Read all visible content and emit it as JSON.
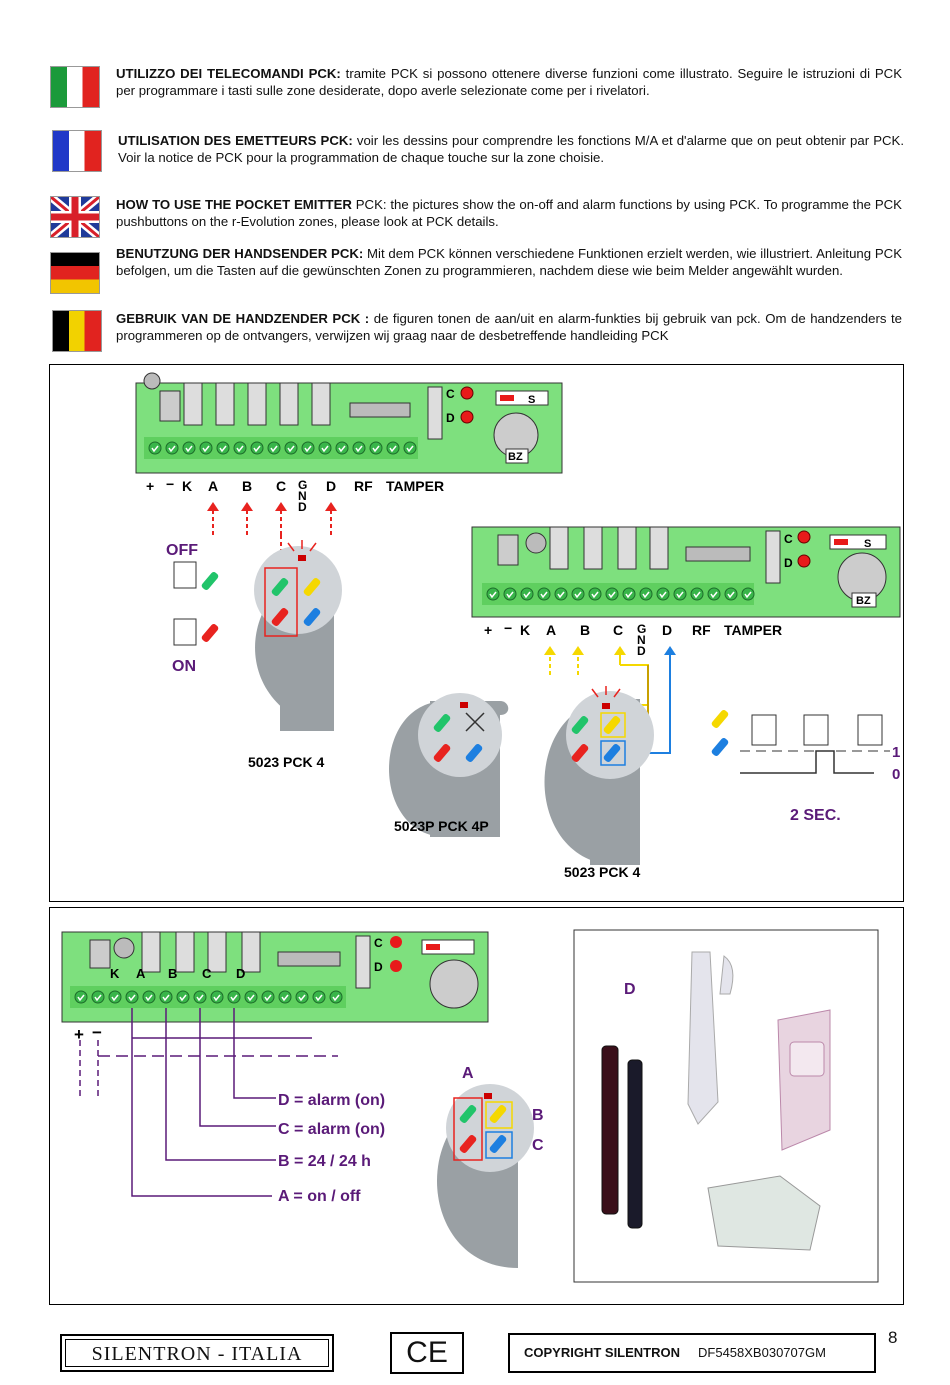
{
  "sections": {
    "it": {
      "heading": "UTILIZZO DEI TELECOMANDI PCK:",
      "text": " tramite PCK si possono ottenere diverse funzioni come illustrato. Seguire le istruzioni di PCK per programmare i tasti sulle zone desiderate, dopo averle selezionate come per i rivelatori."
    },
    "fr": {
      "heading": "UTILISATION DES EMETTEURS PCK:",
      "text": " voir les dessins pour comprendre les fonctions M/A et d'alarme que on peut obtenir par PCK.  Voir la notice de PCK pour la programmation de chaque touche sur la zone choisie."
    },
    "en": {
      "heading": "HOW TO USE  THE POCKET EMITTER",
      "text": " PCK: the pictures show the on-off and alarm functions by using PCK.  To programme the PCK pushbuttons on the r-Evolution zones, please look at PCK details."
    },
    "de": {
      "heading": "BENUTZUNG DER HANDSENDER PCK:",
      "text": " Mit dem PCK können verschiedene Funktionen erzielt werden, wie illustriert. Anleitung PCK befolgen, um die Tasten auf die gewünschten Zonen zu programmieren, nachdem diese wie beim Melder angewählt wurden."
    },
    "nl": {
      "heading": "GEBRUIK VAN DE HANDZENDER PCK :",
      "text": " de figuren tonen de aan/uit en alarm-funkties bij gebruik  van pck. Om de handzenders te programmeren op de ontvangers, verwijzen wij graag naar de desbetreffende handleiding PCK"
    }
  },
  "diagram1": {
    "terminals": [
      "+",
      "−",
      "K",
      "A",
      "B",
      "C",
      "G",
      "N",
      "D",
      "D",
      "RF",
      "TAMPER"
    ],
    "board_leds": [
      "C",
      "D"
    ],
    "board_switch": "S",
    "buzzer": "BZ",
    "off_label": "OFF",
    "on_label": "ON",
    "remote_left": "5023  PCK 4",
    "remote_mid": "5023P  PCK 4P",
    "remote_right": "5023  PCK 4",
    "signal_high": "1",
    "signal_low": "0",
    "signal_duration": "2 SEC."
  },
  "diagram2": {
    "board_labels": [
      "K",
      "A",
      "B",
      "C",
      "D"
    ],
    "legend": [
      "D = alarm (on)",
      "C = alarm (on)",
      "B = 24 / 24 h",
      "A = on / off"
    ],
    "remote_labels": [
      "A",
      "B",
      "C"
    ],
    "photo_label": "D"
  },
  "footer": {
    "company": "SILENTRON - ITALIA",
    "ce": "CE",
    "copyright": "COPYRIGHT SILENTRON",
    "code": "DF5458XB030707GM",
    "page": "8"
  },
  "colors": {
    "board": "#7ee07e",
    "led": "#e81a1a",
    "label": "#5a1a78",
    "red": "#e8231f",
    "green": "#21c46a",
    "yellow": "#f5d800",
    "blue": "#1d7fe0"
  }
}
